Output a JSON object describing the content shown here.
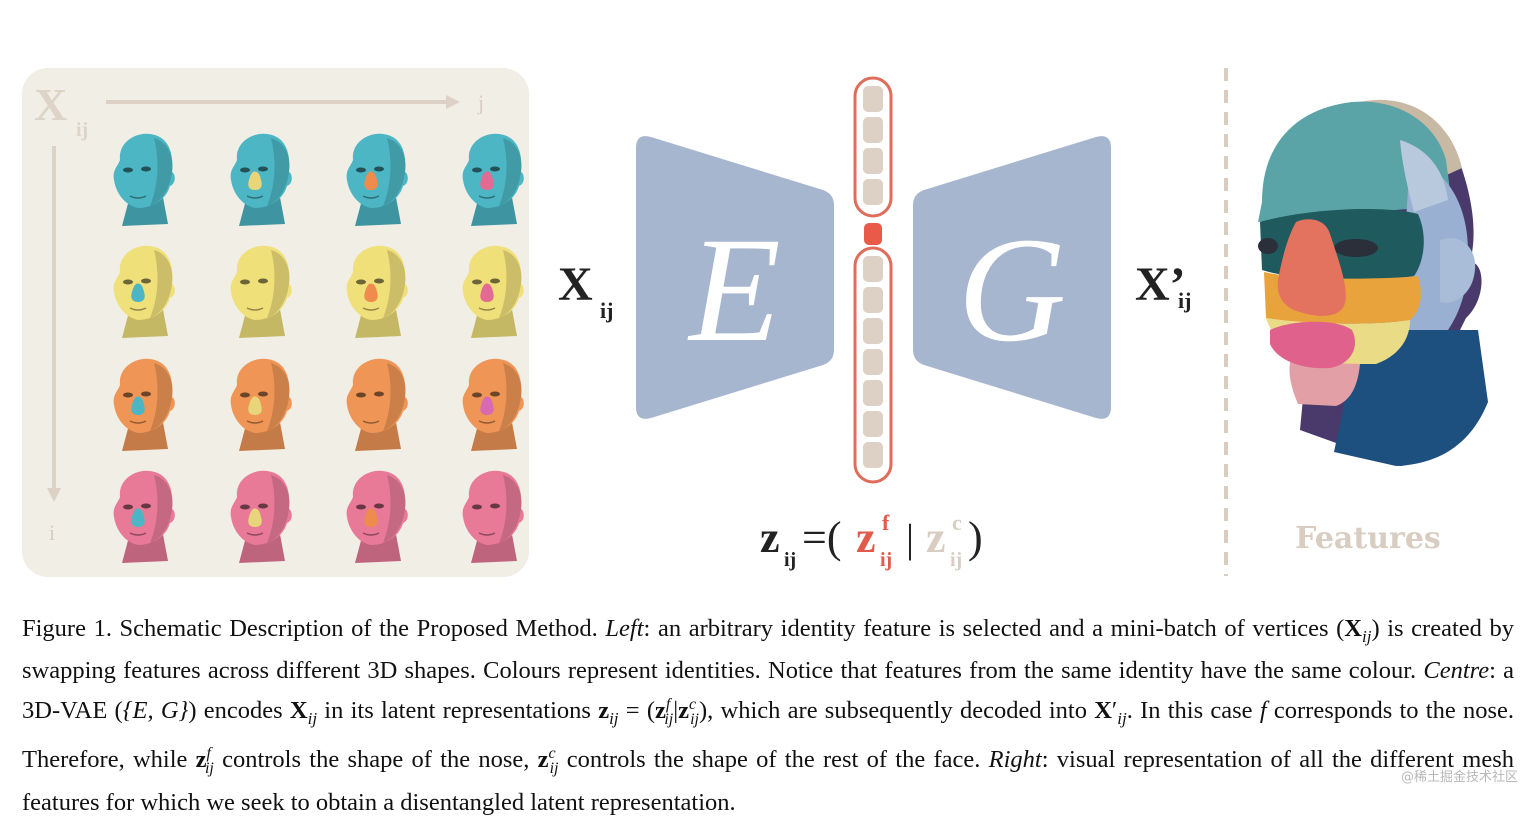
{
  "figure": {
    "left_panel": {
      "matrix_symbol": "X",
      "matrix_subscript": "ij",
      "col_axis_label": "j",
      "row_axis_label": "i",
      "rows": [
        {
          "base": "#4cb6c4",
          "nose": [
            "#4cb6c4",
            "#e8d57a",
            "#ef8b4d",
            "#e36b93"
          ]
        },
        {
          "base": "#f0e07a",
          "nose": [
            "#4cb6c4",
            "#f0e07a",
            "#ef8b4d",
            "#e36b93"
          ]
        },
        {
          "base": "#ef9656",
          "nose": [
            "#4cb6c4",
            "#e8d57a",
            "#ef9656",
            "#d86ab4"
          ]
        },
        {
          "base": "#e87a98",
          "nose": [
            "#4cb6c4",
            "#e8d57a",
            "#ef8b4d",
            "#e87a98"
          ]
        }
      ]
    },
    "centre": {
      "input_symbol": "X",
      "input_subscript": "ij",
      "encoder_letter": "E",
      "decoder_letter": "G",
      "output_symbol": "X’",
      "output_subscript": "ij",
      "latent_formula": {
        "z": "z",
        "sub": "ij",
        "equals": "=(",
        "zf": "z",
        "f_sup": "f",
        "f_sub": "ij",
        "bar": "|",
        "zc": "z",
        "c_sup": "c",
        "c_sub": "ij",
        "close": ")"
      }
    },
    "right_panel": {
      "label": "Features"
    },
    "colors": {
      "encoder": "#a6b6cf",
      "latent_outline": "#e06c5c",
      "latent_cell": "#ddd0c4",
      "latent_highlight": "#ea5a48",
      "panel_bg": "#f1eee6",
      "faded_text": "#d8cdc0"
    }
  },
  "caption": {
    "s1": "Figure 1. Schematic Description of the Proposed Method.",
    "left_label": "Left",
    "s2": ": an arbitrary identity feature is selected and a mini-batch of vertices (",
    "s3": ") is created by swapping features across different 3D shapes. Colours represent identities. Notice that features from the same identity have the same colour.",
    "centre_label": "Centre",
    "s4": ": a 3D-VAE (",
    "s4_set": "{E, G}",
    "s5": ") encodes",
    "s6": "in its latent representations",
    "s7": ", which are subsequently decoded into",
    "s8": ". In this case",
    "s8_f": "f",
    "s9": "corresponds to the nose. Therefore, while",
    "s10": "controls the shape of the nose,",
    "s11": "controls the shape of the rest of the face.",
    "right_label": "Right",
    "s12": ": visual representation of all the different mesh features for which we seek to obtain a disentangled latent representation."
  },
  "watermark": "@稀土掘金技术社区"
}
